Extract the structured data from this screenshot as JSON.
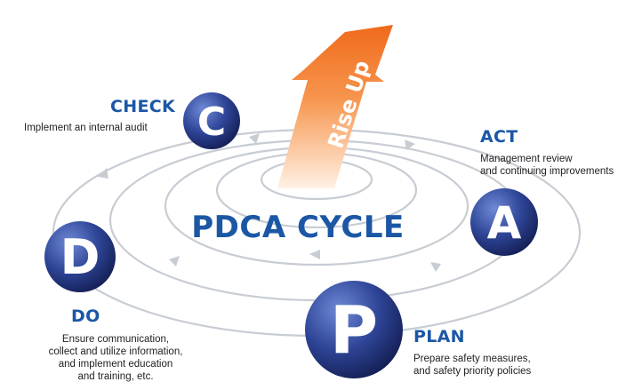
{
  "diagram": {
    "title": "PDCA CYCLE",
    "arrow_label": "Rise Up",
    "stages": {
      "check": {
        "letter": "C",
        "title": "CHECK",
        "description_lines": [
          "Implement an internal audit"
        ]
      },
      "act": {
        "letter": "A",
        "title": "ACT",
        "description_lines": [
          "Management review",
          "and continuing improvements"
        ]
      },
      "do": {
        "letter": "D",
        "title": "DO",
        "description_lines": [
          "Ensure communication,",
          "collect and utilize information,",
          "and implement education",
          "and training, etc."
        ]
      },
      "plan": {
        "letter": "P",
        "title": "PLAN",
        "description_lines": [
          "Prepare safety measures,",
          "and safety priority policies"
        ]
      }
    }
  },
  "colors": {
    "title_blue": "#1b57a5",
    "circle_light": "#5a78c8",
    "circle_dark": "#1a2a6a",
    "arrow_orange_top": "#ef6a1a",
    "arrow_orange_bottom": "#ffd9b8",
    "spiral_gray": "#c8cdd4"
  }
}
